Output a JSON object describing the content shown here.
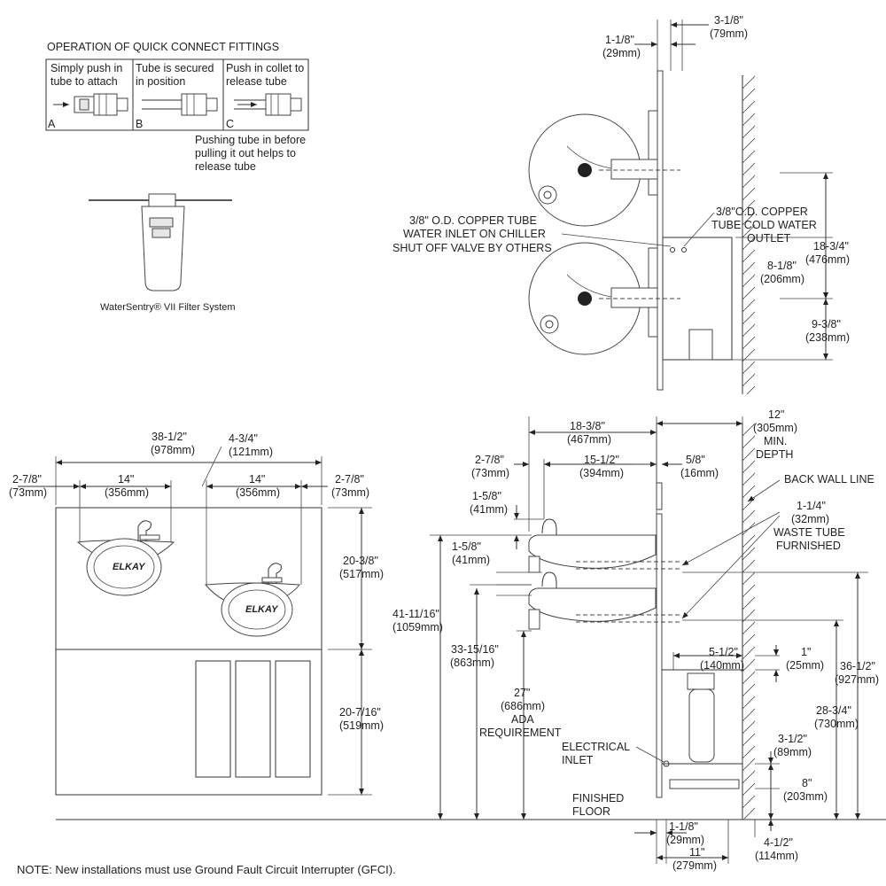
{
  "quick_connect": {
    "title": "OPERATION OF QUICK CONNECT FITTINGS",
    "steps": [
      {
        "letter": "A",
        "line1": "Simply push in",
        "line2": "tube to attach"
      },
      {
        "letter": "B",
        "line1": "Tube is secured",
        "line2": "in position"
      },
      {
        "letter": "C",
        "line1": "Push in collet to",
        "line2": "release tube"
      }
    ],
    "tip": [
      "Pushing tube in before",
      "pulling it out helps to",
      "release tube"
    ]
  },
  "filter": {
    "caption": "WaterSentry® VII Filter System"
  },
  "front_view": {
    "dims": {
      "overall_w": [
        "38-1/2\"",
        "(978mm)"
      ],
      "offset": [
        "4-3/4\"",
        "(121mm)"
      ],
      "left_edge": [
        "2-7/8\"",
        "(73mm)"
      ],
      "right_edge": [
        "2-7/8\"",
        "(73mm)"
      ],
      "bowl_left": [
        "14\"",
        "(356mm)"
      ],
      "bowl_right": [
        "14\"",
        "(356mm)"
      ],
      "upper_h": [
        "20-3/8\"",
        "(517mm)"
      ],
      "lower_h": [
        "20-7/16\"",
        "(519mm)"
      ]
    },
    "brand": "ELKAY"
  },
  "top_view": {
    "dims": {
      "d1": [
        "1-1/8\"",
        "(29mm)"
      ],
      "d2": [
        "3-1/8\"",
        "(79mm)"
      ],
      "d3": [
        "18-3/4\"",
        "(476mm)"
      ],
      "d4": [
        "8-1/8\"",
        "(206mm)"
      ],
      "d5": [
        "9-3/8\"",
        "(238mm)"
      ]
    },
    "inlet_label": [
      "3/8\" O.D. COPPER TUBE",
      "WATER INLET ON CHILLER",
      "SHUT OFF VALVE BY OTHERS"
    ],
    "outlet_label": [
      "3/8\"O.D. COPPER",
      "TUBE COLD WATER",
      "OUTLET"
    ]
  },
  "side_view": {
    "dims": {
      "depth": [
        "18-3/8\"",
        "(467mm)"
      ],
      "wall_depth": [
        "12\"",
        "(305mm)",
        "MIN.",
        "DEPTH"
      ],
      "d_15": [
        "15-1/2\"",
        "(394mm)"
      ],
      "d_5_8": [
        "5/8\"",
        "(16mm)"
      ],
      "d_2_7_8": [
        "2-7/8\"",
        "(73mm)"
      ],
      "d_1_5_8a": [
        "1-5/8\"",
        "(41mm)"
      ],
      "d_1_5_8b": [
        "1-5/8\"",
        "(41mm)"
      ],
      "h_41": [
        "41-11/16\"",
        "(1059mm)"
      ],
      "h_33": [
        "33-15/16\"",
        "(863mm)"
      ],
      "h_27": [
        "27\"",
        "(686mm)",
        "ADA",
        "REQUIREMENT"
      ],
      "d_5_1_2": [
        "5-1/2\"",
        "(140mm)"
      ],
      "d_1": [
        "1\"",
        "(25mm)"
      ],
      "h_36": [
        "36-1/2\"",
        "(927mm)"
      ],
      "h_28": [
        "28-3/4\"",
        "(730mm)"
      ],
      "d_3_1_2": [
        "3-1/2\"",
        "(89mm)"
      ],
      "d_8": [
        "8\"",
        "(203mm)"
      ],
      "b_1_1_8": [
        "1-1/8\"",
        "(29mm)"
      ],
      "b_11": [
        "11\"",
        "(279mm)"
      ],
      "b_4_1_2": [
        "4-1/2\"",
        "(114mm)"
      ]
    },
    "back_wall": "BACK WALL LINE",
    "waste_tube": [
      "1-1/4\"",
      "(32mm)",
      "WASTE TUBE",
      "FURNISHED"
    ],
    "electrical": [
      "ELECTRICAL",
      "INLET"
    ],
    "floor": [
      "FINISHED",
      "FLOOR"
    ]
  },
  "footnote": "NOTE: New installations must use Ground Fault Circuit Interrupter (GFCI)."
}
